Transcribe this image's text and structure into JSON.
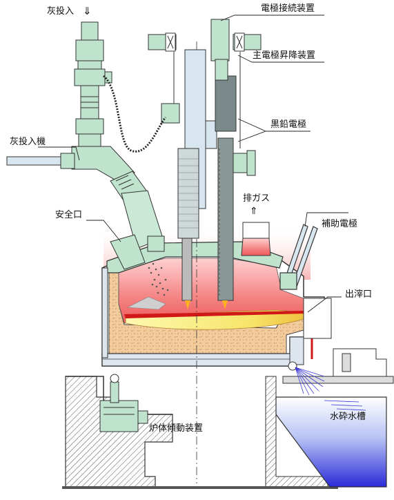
{
  "labels": {
    "ash_input": "灰投入",
    "ash_arrow": "⇓",
    "electrode_connector": "電極接続装置",
    "electrode_lift": "主電極昇降装置",
    "graphite_electrode": "黒鉛電極",
    "ash_feeder": "灰投入機",
    "exhaust": "排ガス",
    "exhaust_arrow": "⇑",
    "safety_port": "安全口",
    "aux_electrode": "補助電極",
    "slag_outlet": "出滓口",
    "water_tank": "水砕水槽",
    "tilting_device": "炉体傾動装置"
  },
  "colors": {
    "equipment_green": "#bfe3cc",
    "furnace_red": "#f26b6b",
    "refractory": "#f0c898",
    "slag_yellow": "#f6e56a",
    "molten_red": "#d01818",
    "water_blue": "#3a38d8"
  }
}
